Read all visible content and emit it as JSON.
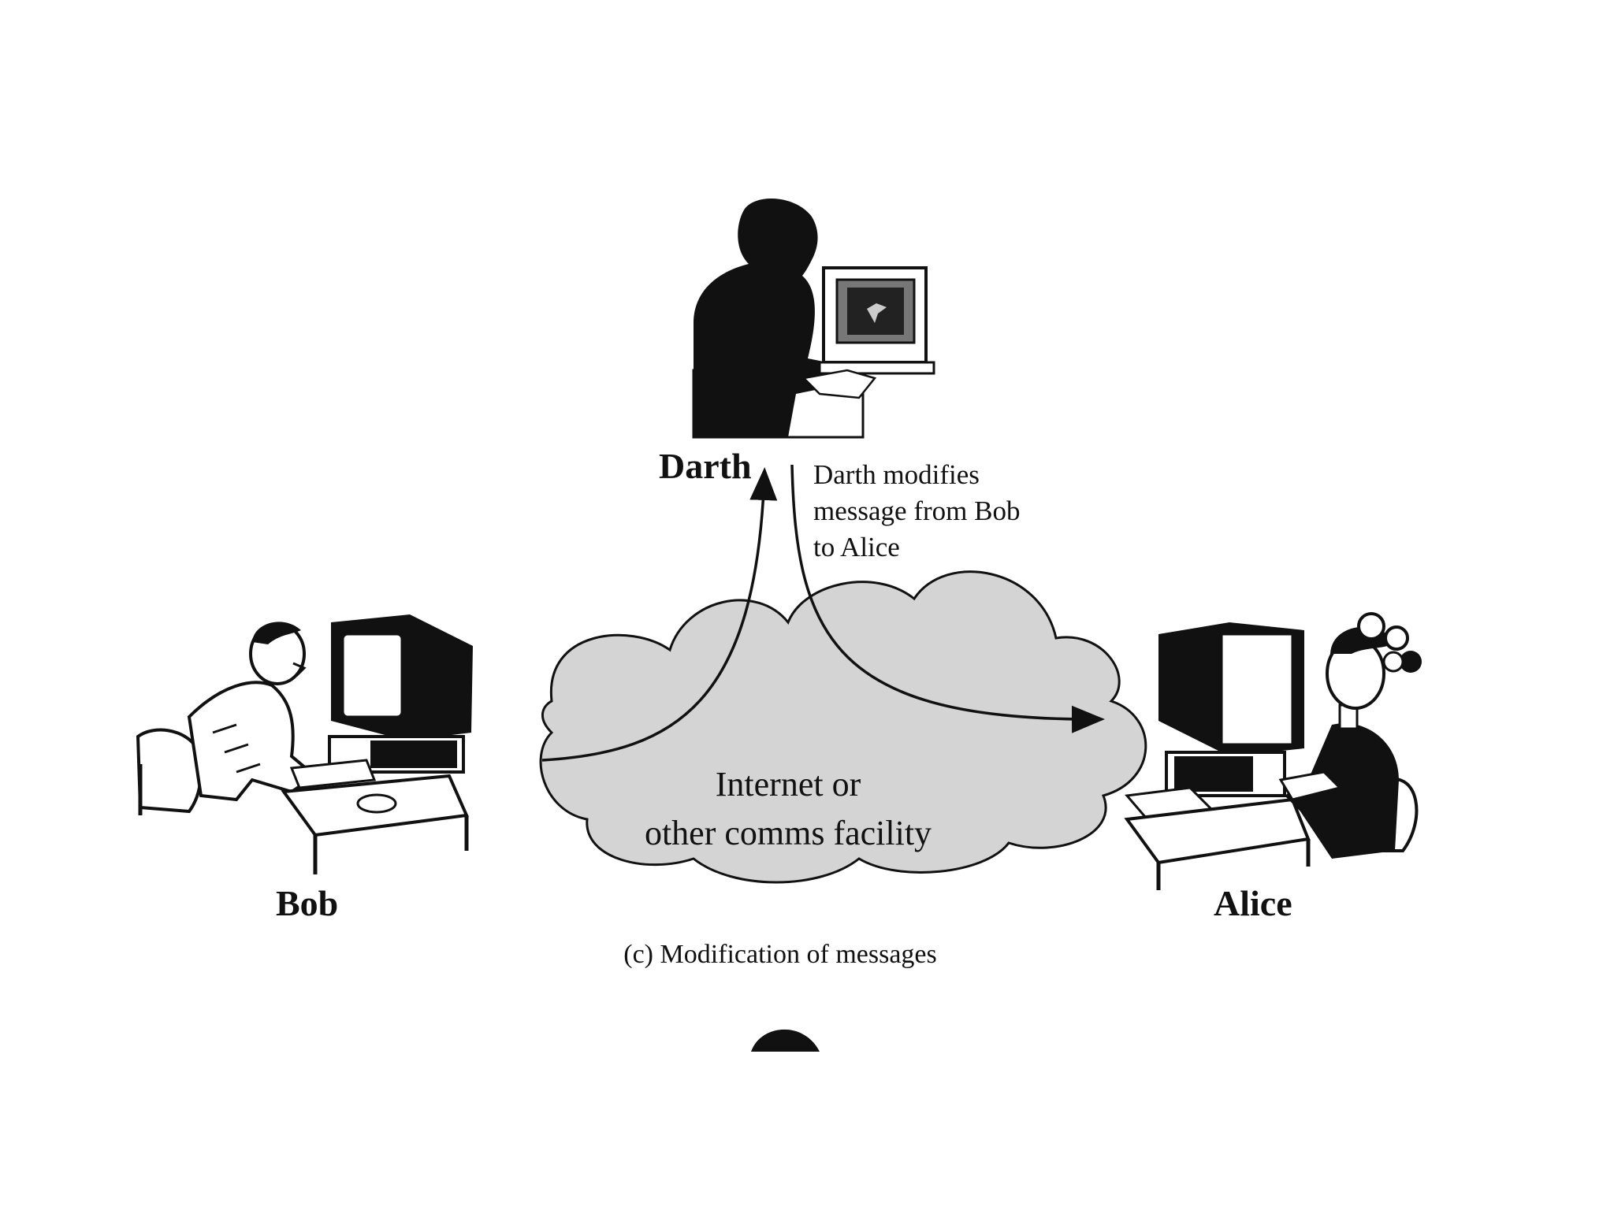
{
  "participants": {
    "darth": {
      "name": "Darth"
    },
    "bob": {
      "name": "Bob"
    },
    "alice": {
      "name": "Alice"
    }
  },
  "annotation": {
    "lines": [
      "Darth modifies",
      "message from Bob",
      "to Alice"
    ]
  },
  "network": {
    "lines": [
      "Internet or",
      "other comms facility"
    ]
  },
  "caption": "(c) Modification of messages",
  "colors": {
    "cloud_fill": "#d4d4d4",
    "ink": "#111111",
    "background": "#ffffff"
  }
}
